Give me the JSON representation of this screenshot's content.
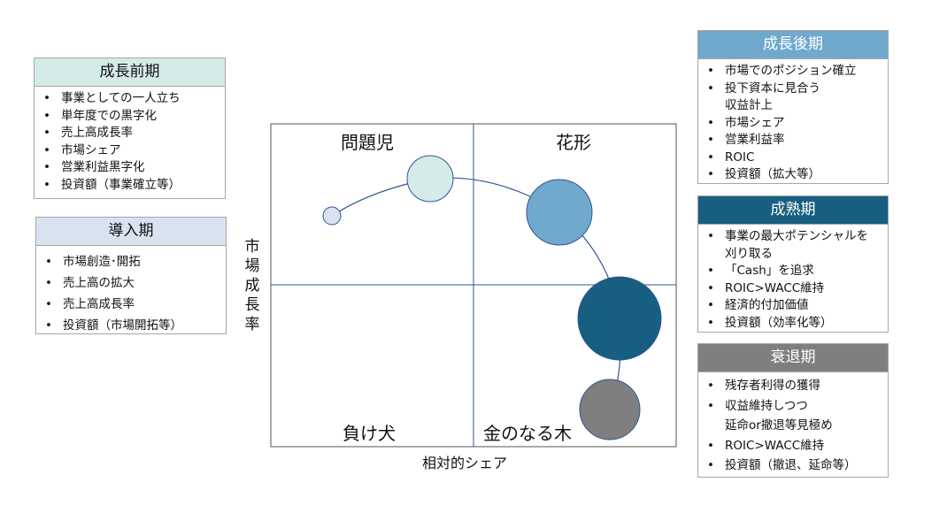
{
  "stages": {
    "early_growth": {
      "title": "成長前期",
      "color": "#d5ebe8",
      "items": [
        "事業としての一人立ち",
        "単年度での黒字化",
        "売上高成長率",
        "市場シェア",
        "営業利益黒字化",
        "投資額（事業確立等）"
      ]
    },
    "introduction": {
      "title": "導入期",
      "color": "#d9e2f0",
      "items": [
        "市場創造･開拓",
        "売上高の拡大",
        "売上高成長率",
        "投資額（市場開拓等）"
      ]
    },
    "late_growth": {
      "title": "成長後期",
      "color": "#70a9cc",
      "items": [
        "市場でのポジション確立",
        "投下資本に見合う\n収益計上",
        "市場シェア",
        "営業利益率",
        "ROIC",
        "投資額（拡大等）"
      ]
    },
    "maturity": {
      "title": "成熟期",
      "color": "#175f80",
      "items": [
        "事業の最大ポテンシャルを\n刈り取る",
        "「Cash」を追求",
        "ROIC>WACC維持",
        "経済的付加価値",
        "投資額（効率化等）"
      ]
    },
    "decline": {
      "title": "衰退期",
      "color": "#7f7f7f",
      "items": [
        "残存者利得の獲得",
        "収益維持しつつ\n延命or撤退等見極め",
        "ROIC>WACC維持",
        "投資額（撤退、延命等）"
      ]
    }
  },
  "matrix": {
    "quadrants": {
      "question_mark": "問題児",
      "star": "花形",
      "dog": "負け犬",
      "cash_cow": "金のなる木"
    },
    "y_label": "市場成長率",
    "x_label": "相対的シェア"
  }
}
